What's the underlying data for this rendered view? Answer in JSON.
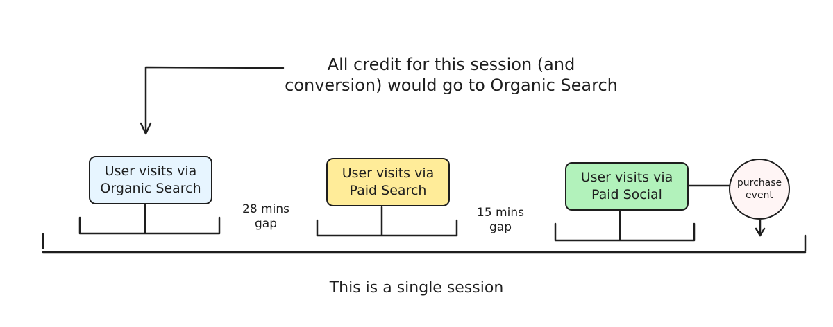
{
  "note": "All credit for this session (and\nconversion) would go to Organic Search",
  "boxes": [
    {
      "label": "User visits via\nOrganic Search",
      "fill": "#e7f5ff"
    },
    {
      "label": "User visits via\nPaid Search",
      "fill": "#ffec99"
    },
    {
      "label": "User visits via\nPaid Social",
      "fill": "#b2f2bb"
    }
  ],
  "gaps": [
    {
      "label": "28 mins\ngap"
    },
    {
      "label": "15 mins\ngap"
    }
  ],
  "event": {
    "label": "purchase\nevent",
    "fill": "#fff5f5"
  },
  "footer": "This is a single session",
  "colors": {
    "stroke": "#1e1e1e"
  }
}
